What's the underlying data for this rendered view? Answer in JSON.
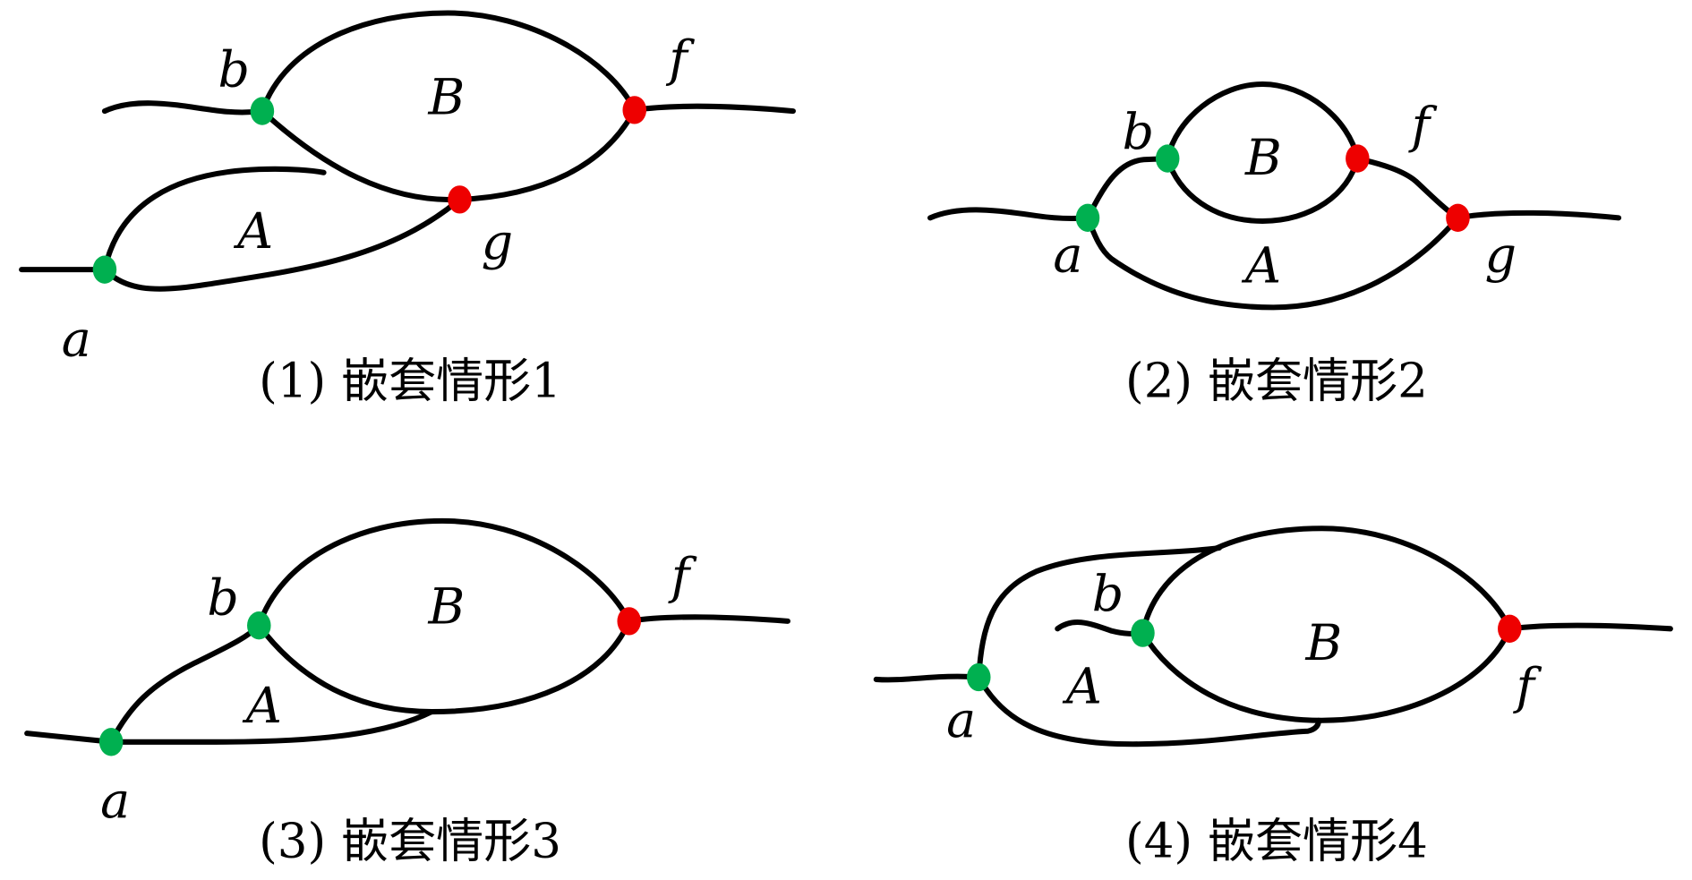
{
  "colors": {
    "green_node": "#00b050",
    "red_node": "#ee0000",
    "stroke": "#000000",
    "background": "#ffffff"
  },
  "panels": [
    {
      "id": "1",
      "caption": "(1) 嵌套情形1",
      "labels": {
        "a": "a",
        "b": "b",
        "f": "f",
        "g": "g",
        "A": "A",
        "B": "B"
      },
      "green_nodes": [
        "a",
        "b"
      ],
      "red_nodes": [
        "f",
        "g"
      ]
    },
    {
      "id": "2",
      "caption": "(2) 嵌套情形2",
      "labels": {
        "a": "a",
        "b": "b",
        "f": "f",
        "g": "g",
        "A": "A",
        "B": "B"
      },
      "green_nodes": [
        "a",
        "b"
      ],
      "red_nodes": [
        "f",
        "g"
      ]
    },
    {
      "id": "3",
      "caption": "(3) 嵌套情形3",
      "labels": {
        "a": "a",
        "b": "b",
        "f": "f",
        "A": "A",
        "B": "B"
      },
      "green_nodes": [
        "a",
        "b"
      ],
      "red_nodes": [
        "f"
      ]
    },
    {
      "id": "4",
      "caption": "(4) 嵌套情形4",
      "labels": {
        "a": "a",
        "b": "b",
        "f": "f",
        "A": "A",
        "B": "B"
      },
      "green_nodes": [
        "a",
        "b"
      ],
      "red_nodes": [
        "f"
      ]
    }
  ]
}
